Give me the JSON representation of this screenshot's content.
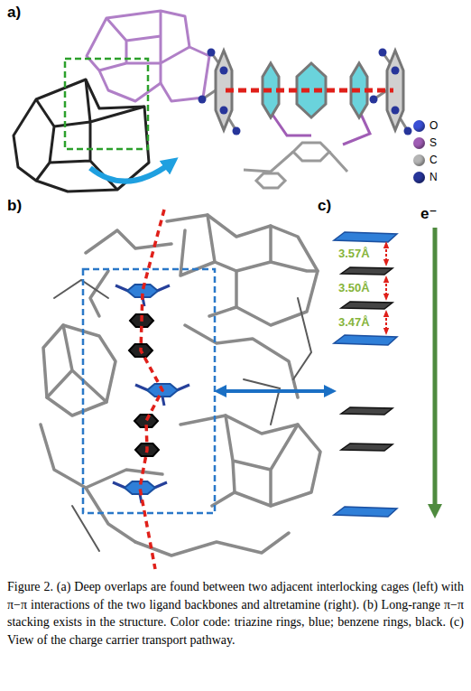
{
  "diagram": {
    "caption": "Figure 2. (a) Deep overlaps are found between two adjacent interlocking cages (left) with π−π interactions of the two ligand backbones and altretamine (right). (b) Long-range π−π stacking exists in the structure. Color code: triazine rings, blue; benzene rings, black. (c) View of the charge carrier transport pathway.",
    "labels": [
      "a)",
      "b)",
      "c)",
      "3.57Å",
      "3.50Å",
      "3.47Å",
      "e⁻"
    ],
    "legend": [
      {
        "text": "O",
        "color": "#3a4fd6"
      },
      {
        "text": "S",
        "color": "#a05db5"
      },
      {
        "text": "C",
        "color": "#b5b5b5"
      },
      {
        "text": "N",
        "color": "#27359a"
      }
    ]
  }
}
